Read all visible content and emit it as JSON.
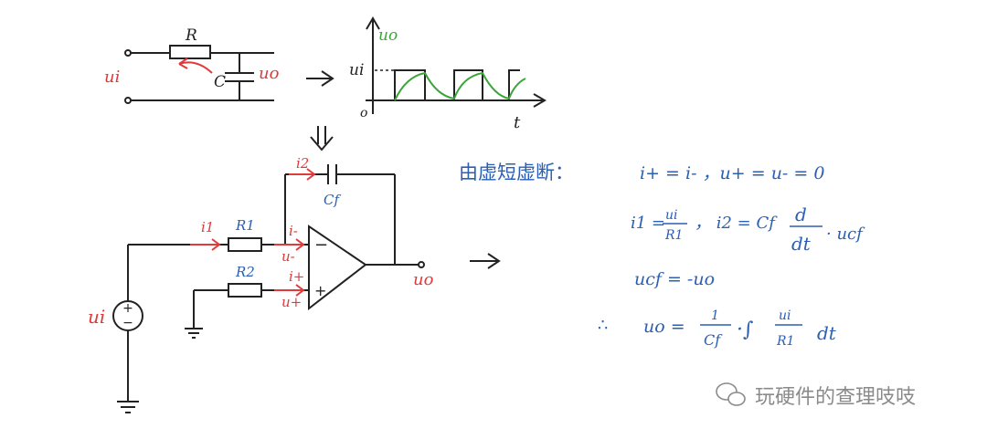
{
  "colors": {
    "ink": "#222222",
    "red": "#e03a3a",
    "blue": "#2b5fb4",
    "green": "#3aa63a",
    "gray": "#8a8a8a"
  },
  "rc_circuit": {
    "r_label": "R",
    "c_label": "C",
    "input_label": "ui",
    "output_label": "uo"
  },
  "waveform": {
    "y_label": "uo",
    "level_label": "ui",
    "x_label": "t",
    "origin": "o"
  },
  "integrator": {
    "i1": "i1",
    "i2": "i2",
    "r1": "R1",
    "r2": "R2",
    "cf": "Cf",
    "i_minus": "i-",
    "u_minus": "u-",
    "i_plus": "i+",
    "u_plus": "u+",
    "op_minus": "−",
    "op_plus": "+",
    "source_label": "ui",
    "output_label": "uo"
  },
  "equations": {
    "title": "由虚短虚断：",
    "line1_a": "i+ = i- ，u+ = u- = 0",
    "line2_a": "i1 =",
    "line2_frac_num": "ui",
    "line2_frac_den": "R1",
    "line2_b": "， i2 = Cf",
    "line2_d_num": "d",
    "line2_d_den": "dt",
    "line2_c": "· ucf",
    "line3": "ucf = -uo",
    "line4_therefore": "∴",
    "line4_a": "uo =",
    "line4_f1_num": "1",
    "line4_f1_den": "Cf",
    "line4_int": "·∫",
    "line4_f2_num": "ui",
    "line4_f2_den": "R1",
    "line4_dt": "dt"
  },
  "watermark": {
    "text": "玩硬件的查理吱吱"
  }
}
